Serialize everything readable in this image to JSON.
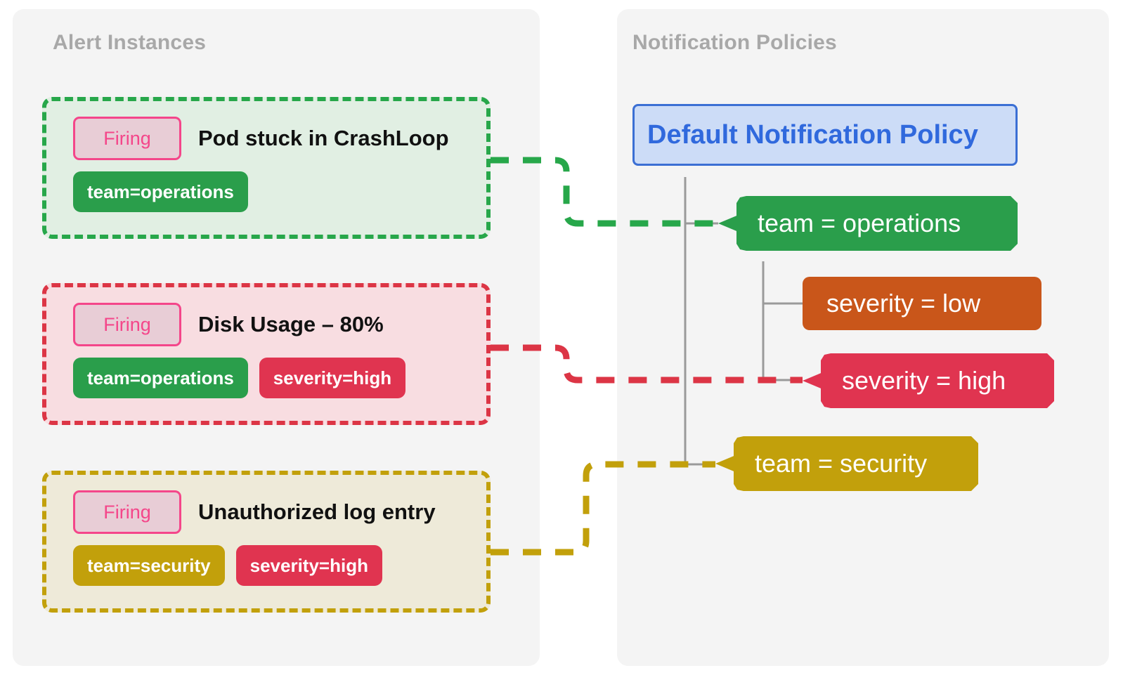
{
  "page": {
    "background": "#ffffff"
  },
  "panels": {
    "alerts": {
      "title": "Alert Instances",
      "background": "#f4f4f4",
      "title_color": "#a8a8a8"
    },
    "policies": {
      "title": "Notification Policies",
      "background": "#f4f4f4",
      "title_color": "#a8a8a8"
    }
  },
  "alert_instances": [
    {
      "state_label": "Firing",
      "title": "Pod stuck in CrashLoop",
      "border_color": "#27a74a",
      "fill_color": "#e1efe3",
      "tags": [
        {
          "label": "team=operations",
          "color": "#2a9e4b"
        }
      ]
    },
    {
      "state_label": "Firing",
      "title": "Disk Usage – 80%",
      "border_color": "#dc3545",
      "fill_color": "#f8dde1",
      "tags": [
        {
          "label": "team=operations",
          "color": "#2a9e4b"
        },
        {
          "label": "severity=high",
          "color": "#e03450"
        }
      ]
    },
    {
      "state_label": "Firing",
      "title": "Unauthorized log entry",
      "border_color": "#c2a00b",
      "fill_color": "#eeead9",
      "tags": [
        {
          "label": "team=security",
          "color": "#c2a00b"
        },
        {
          "label": "severity=high",
          "color": "#e03450"
        }
      ]
    }
  ],
  "notification_policies": {
    "root": {
      "label": "Default Notification Policy",
      "text_color": "#3069dd",
      "fill_color": "#ccdcf7",
      "border_color": "#3b6fd4"
    },
    "matchers": [
      {
        "label": "team = operations",
        "color": "#2a9e4b",
        "notched": true,
        "depth": 1
      },
      {
        "label": "severity = low",
        "color": "#c9561a",
        "notched": false,
        "depth": 2
      },
      {
        "label": "severity = high",
        "color": "#e03450",
        "notched": true,
        "depth": 2
      },
      {
        "label": "team = security",
        "color": "#c2a00b",
        "notched": true,
        "depth": 1
      }
    ]
  },
  "connections": [
    {
      "from": "alert-1",
      "to": "team = operations",
      "color": "#27a74a"
    },
    {
      "from": "alert-2",
      "to": "severity = high",
      "color": "#dc3545"
    },
    {
      "from": "alert-3",
      "to": "team = security",
      "color": "#c2a00b"
    }
  ],
  "tree_line_color": "#9a9a9a",
  "badge_style": {
    "border_color": "#f4468a",
    "fill_color": "#e8cdd6",
    "text_color": "#f4468a"
  }
}
